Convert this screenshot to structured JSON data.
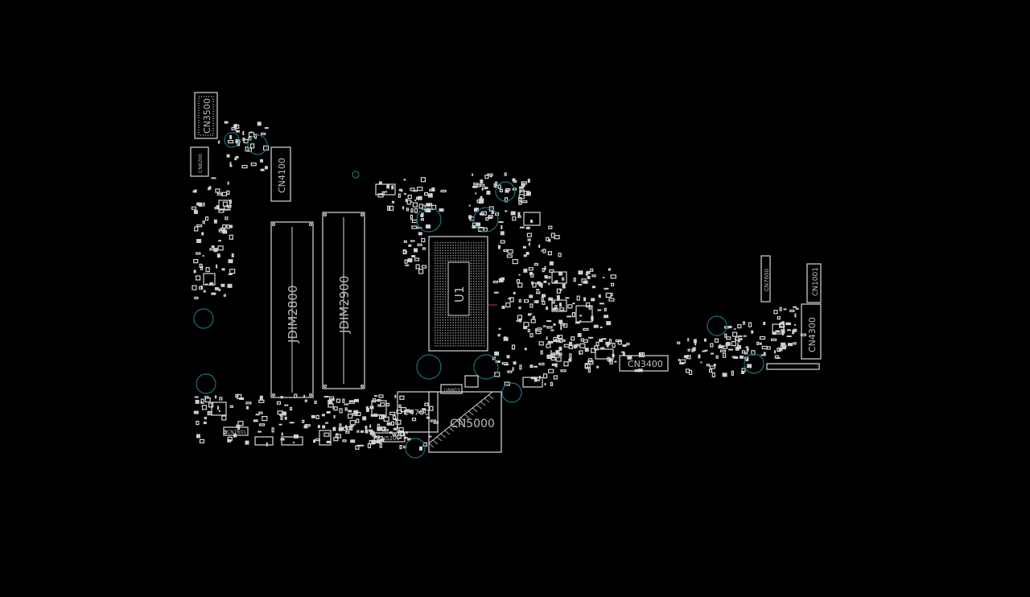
{
  "viewer": {
    "background": "#000000",
    "outline_color": "#d8d8d8",
    "text_color": "#bdbdbd",
    "hole_color": "#1f6f7a"
  },
  "components": {
    "cn3500": "CN3500",
    "cn8200": "CN8200",
    "cn4100": "CN4100",
    "jdim2800": "JDIM2800",
    "jdim2900": "JDIM2900",
    "u1": "U1",
    "u4700": "U4700",
    "cn5000": "CN5000",
    "u8803": "U8803",
    "cn5200": "CN5200",
    "cn7601": "CN7601",
    "cn3400": "CN3400",
    "cn7600": "CN7600",
    "cn1001": "CN1001",
    "cn4300": "CN4300"
  }
}
